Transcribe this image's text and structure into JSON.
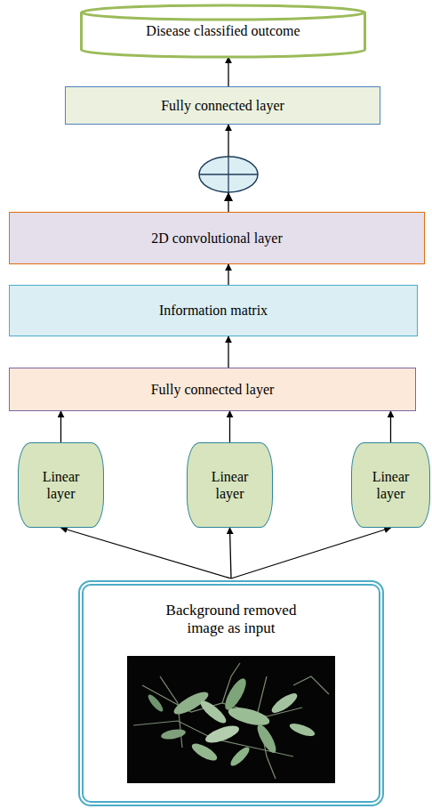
{
  "diagram": {
    "nodes": [
      {
        "text": [
          "Disease classified outcome"
        ]
      },
      {
        "text": [
          "Fully connected layer"
        ]
      },
      {
        "text": [
          "2D convolutional layer"
        ]
      },
      {
        "text": [
          "Information matrix"
        ]
      },
      {
        "text": [
          "Fully connected layer"
        ]
      },
      {
        "text": [
          "Linear layer"
        ]
      },
      {
        "text": [
          "Linear layer"
        ]
      },
      {
        "text": [
          "Linear layer"
        ]
      },
      {
        "text": [
          "Background removed image as input"
        ]
      }
    ],
    "edges": [
      {
        "from": 8,
        "to": 5,
        "arrow": "to"
      },
      {
        "from": 8,
        "to": 6,
        "arrow": "to"
      },
      {
        "from": 8,
        "to": 7,
        "arrow": "to"
      },
      {
        "from": 5,
        "to": 4,
        "arrow": "to"
      },
      {
        "from": 6,
        "to": 4,
        "arrow": "to"
      },
      {
        "from": 7,
        "to": 4,
        "arrow": "to"
      },
      {
        "from": 4,
        "to": 3,
        "arrow": "to"
      },
      {
        "from": 3,
        "to": 2,
        "arrow": "to"
      },
      {
        "from": 2,
        "to": 1,
        "arrow": "to"
      },
      {
        "from": 1,
        "to": 0,
        "arrow": "to"
      }
    ]
  }
}
